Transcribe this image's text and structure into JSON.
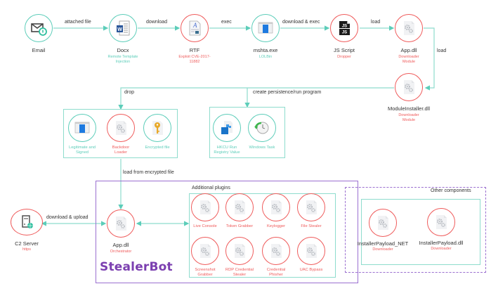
{
  "colors": {
    "teal": "#5ccdb9",
    "red": "#ef5b5b",
    "purple": "#7b3fb0"
  },
  "top_chain": [
    {
      "id": "email",
      "title": "Email",
      "subtitle": "",
      "icon": "email-icon"
    },
    {
      "id": "docx",
      "title": "Docx",
      "subtitle": "Remote Template Injection",
      "icon": "word-doc-icon"
    },
    {
      "id": "rtf",
      "title": "RTF",
      "subtitle": "Exploit CVE-2017-11882",
      "icon": "rtf-doc-icon"
    },
    {
      "id": "mshta",
      "title": "mshta.exe",
      "subtitle": "LOLBin",
      "icon": "window-app-icon"
    },
    {
      "id": "jsscript",
      "title": "JS Script",
      "subtitle": "Dropper",
      "icon": "js-file-icon"
    },
    {
      "id": "appdll",
      "title": "App.dll",
      "subtitle": "Downloader Module",
      "icon": "gear-file-icon"
    }
  ],
  "module_installer": {
    "title": "ModuleInstaller.dll",
    "subtitle": "Downloader Module",
    "icon": "gear-file-icon"
  },
  "edges": {
    "email_docx": "attached file",
    "docx_rtf": "download",
    "rtf_mshta": "exec",
    "mshta_js": "download & exec",
    "js_app": "load",
    "app_installer": "load",
    "drop": "drop",
    "persistence": "create persistence/run program",
    "load_encrypted": "load from encrypted file",
    "c2": "download & upload"
  },
  "drop_group": [
    {
      "label": "Legitimate and Signed",
      "icon": "window-app-icon",
      "style": "teal"
    },
    {
      "label": "Backdoor Loader",
      "icon": "gear-file-icon",
      "style": "red"
    },
    {
      "label": "Encrypted file",
      "icon": "key-file-icon",
      "style": "teal"
    }
  ],
  "persistence_group": [
    {
      "label": "HKCU Run Registry Value",
      "icon": "registry-icon",
      "style": "teal"
    },
    {
      "label": "Windows Task",
      "icon": "scheduled-task-icon",
      "style": "teal"
    }
  ],
  "c2_server": {
    "title": "C2 Server",
    "subtitle": "https",
    "icon": "server-icon"
  },
  "stealerbot": {
    "brand": "StealerBot",
    "orchestrator": {
      "title": "App.dll",
      "subtitle": "Orchestrator",
      "icon": "gear-file-icon"
    },
    "plugins_title": "Additional plugins",
    "plugins": [
      "Live Console",
      "Token Grabber",
      "Keylogger",
      "File Stealer",
      "Screenshot Grabber",
      "RDP Credential Stealer",
      "Credential Phisher",
      "UAC Bypass"
    ]
  },
  "other_components": {
    "title": "Other components",
    "items": [
      {
        "title": "InstallerPayload_NET",
        "subtitle": "Downloader"
      },
      {
        "title": "InstallerPayload.dll",
        "subtitle": "Downloader"
      }
    ]
  }
}
